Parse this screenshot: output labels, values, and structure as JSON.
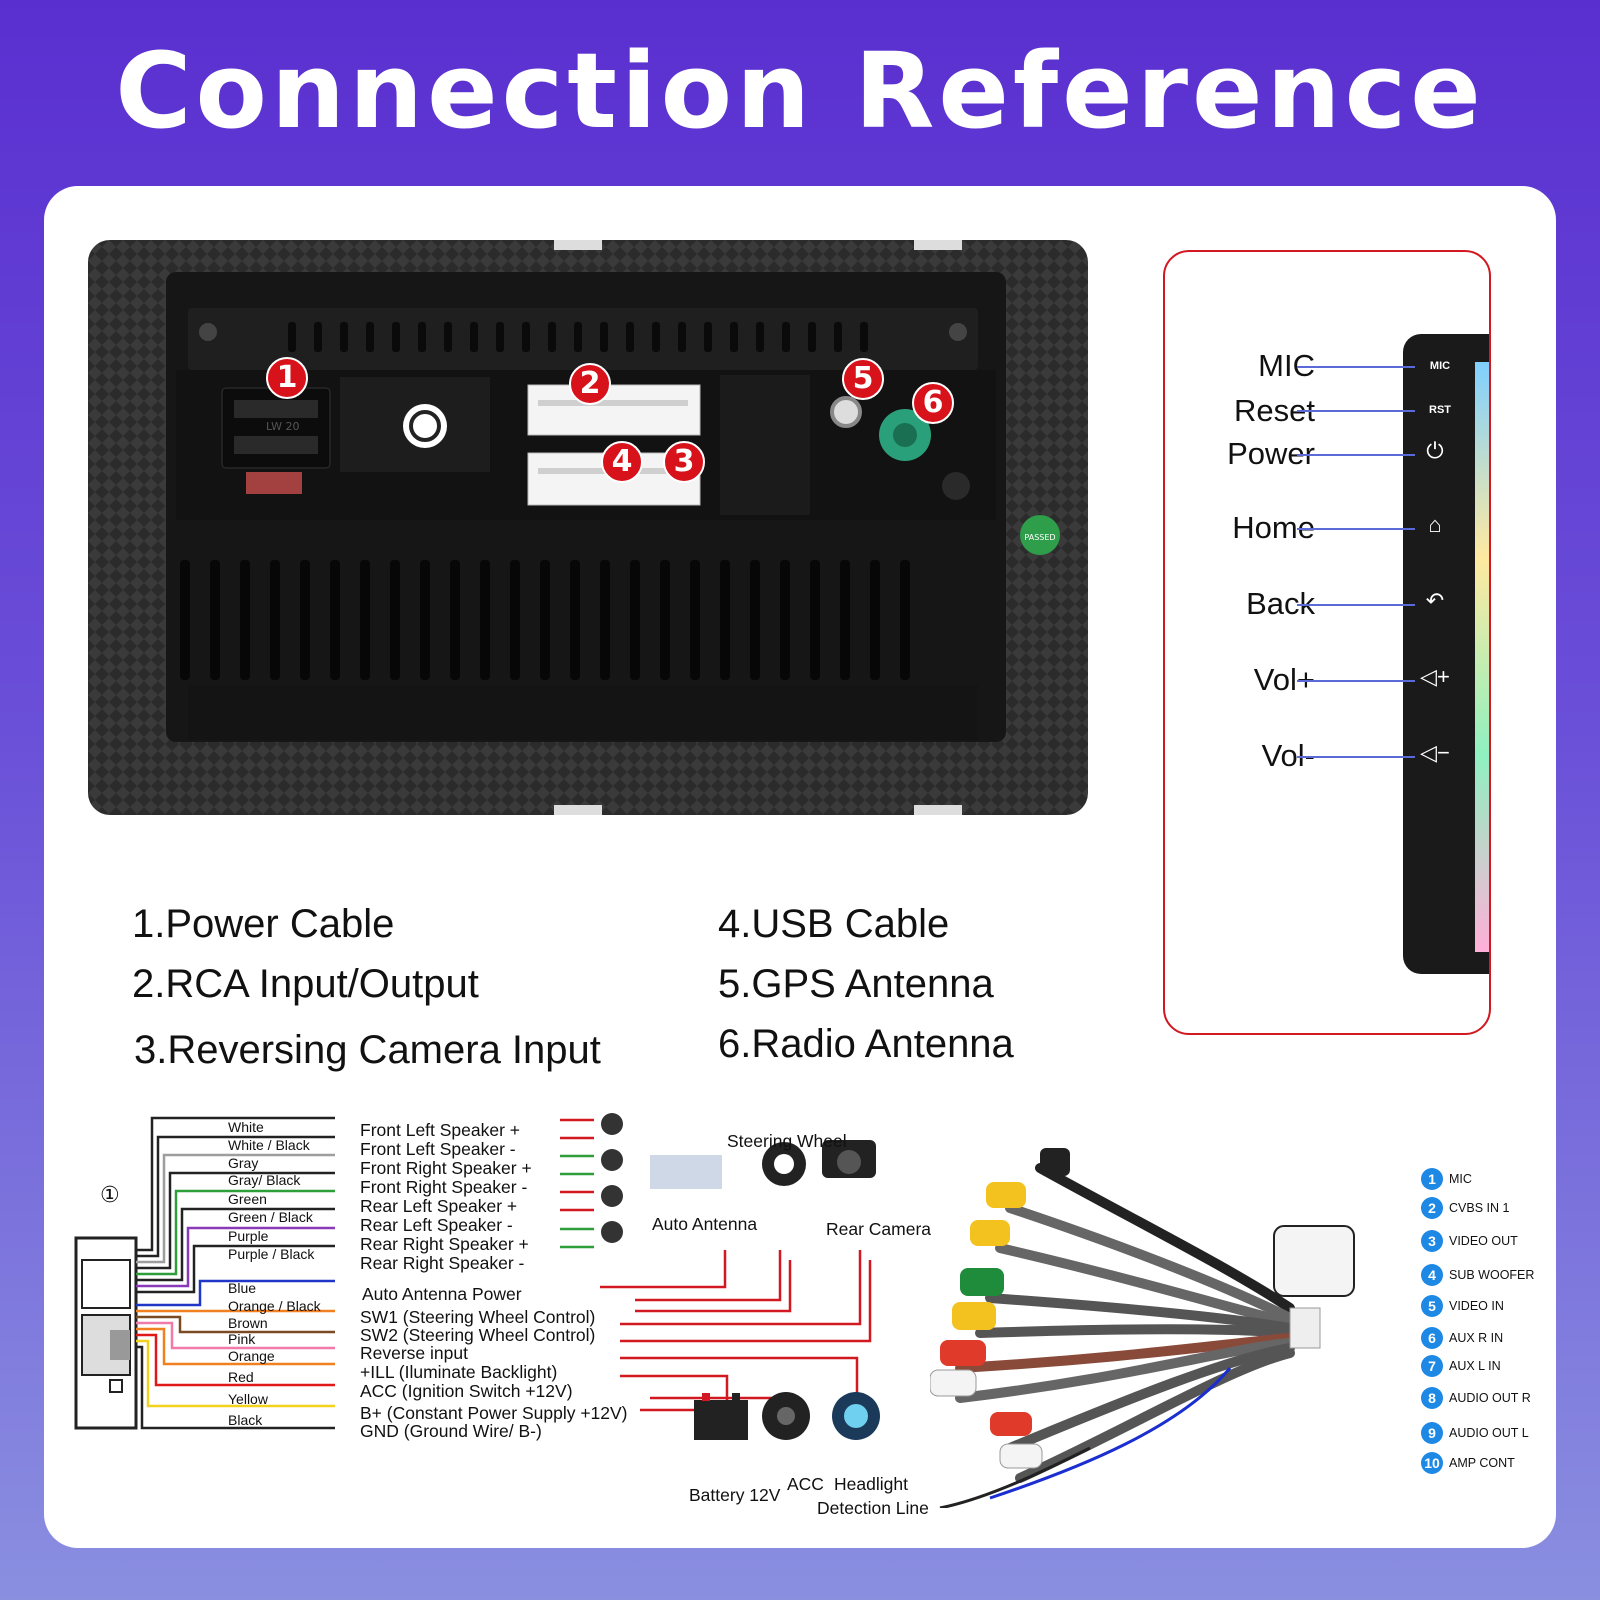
{
  "title": "Connection Reference",
  "badges": [
    "1",
    "2",
    "3",
    "4",
    "5",
    "6"
  ],
  "legend": [
    "1.Power Cable",
    "2.RCA Input/Output",
    "3.Reversing Camera Input",
    "4.USB Cable",
    "5.GPS Antenna",
    "6.Radio Antenna"
  ],
  "unit_labels": {
    "pin_label": "LW 20",
    "passed_sticker": "PASSED"
  },
  "side_panel": {
    "buttons": [
      {
        "label": "MIC",
        "bezel_text": "MIC",
        "icon": "mic-hole-icon"
      },
      {
        "label": "Reset",
        "bezel_text": "RST",
        "icon": "reset-hole-icon"
      },
      {
        "label": "Power",
        "bezel_glyph": "⏻",
        "icon": "power-icon"
      },
      {
        "label": "Home",
        "bezel_glyph": "⌂",
        "icon": "home-icon"
      },
      {
        "label": "Back",
        "bezel_glyph": "↶",
        "icon": "back-icon"
      },
      {
        "label": "Vol+",
        "bezel_glyph": "◁+",
        "icon": "volume-up-icon"
      },
      {
        "label": "Vol-",
        "bezel_glyph": "◁−",
        "icon": "volume-down-icon"
      }
    ]
  },
  "wiring": {
    "connector_number": "①",
    "wire_colors": [
      {
        "name": "White",
        "hex": "#ffffff"
      },
      {
        "name": "White / Black",
        "hex": "#ffffff"
      },
      {
        "name": "Gray",
        "hex": "#9e9e9e"
      },
      {
        "name": "Gray/ Black",
        "hex": "#9e9e9e"
      },
      {
        "name": "Green",
        "hex": "#2e9e3a"
      },
      {
        "name": "Green / Black",
        "hex": "#2e9e3a"
      },
      {
        "name": "Purple",
        "hex": "#8a3ab9"
      },
      {
        "name": "Purple / Black",
        "hex": "#8a3ab9"
      },
      {
        "name": "Blue",
        "hex": "#2036c8"
      },
      {
        "name": "Orange / Black",
        "hex": "#f08020"
      },
      {
        "name": "Brown",
        "hex": "#7a4a22"
      },
      {
        "name": "Pink",
        "hex": "#f07aa8"
      },
      {
        "name": "Orange",
        "hex": "#f08020"
      },
      {
        "name": "Red",
        "hex": "#e01818"
      },
      {
        "name": "Yellow",
        "hex": "#f2d21c"
      },
      {
        "name": "Black",
        "hex": "#111111"
      }
    ],
    "functions": [
      "Front Left Speaker +",
      "Front Left Speaker -",
      "Front Right Speaker +",
      "Front Right Speaker -",
      "Rear Left Speaker +",
      "Rear Left Speaker -",
      "Rear Right Speaker +",
      "Rear Right Speaker -",
      "Auto Antenna Power",
      "SW1 (Steering Wheel Control)",
      "SW2 (Steering Wheel Control)",
      "Reverse input",
      "+ILL (Iluminate Backlight)",
      "ACC (Ignition Switch +12V)",
      "B+ (Constant Power Supply +12V)",
      "GND (Ground Wire/ B-)"
    ],
    "devices": {
      "steering_wheel": "Steering Wheel",
      "auto_antenna": "Auto Antenna",
      "rear_camera": "Rear Camera",
      "battery": "Battery 12V",
      "acc": "ACC",
      "headlight_1": "Headlight",
      "headlight_2": "Detection Line"
    }
  },
  "rca_legend": [
    {
      "num": "1",
      "label": "MIC"
    },
    {
      "num": "2",
      "label": "CVBS IN 1"
    },
    {
      "num": "3",
      "label": "VIDEO OUT"
    },
    {
      "num": "4",
      "label": "SUB WOOFER"
    },
    {
      "num": "5",
      "label": "VIDEO IN"
    },
    {
      "num": "6",
      "label": "AUX R IN"
    },
    {
      "num": "7",
      "label": "AUX L IN"
    },
    {
      "num": "8",
      "label": "AUDIO OUT R"
    },
    {
      "num": "9",
      "label": "AUDIO OUT L"
    },
    {
      "num": "10",
      "label": "AMP CONT"
    }
  ],
  "colors": {
    "accent_red": "#d8121b",
    "rca_blue": "#1e88e5",
    "pointer_line": "#5a6ad8"
  }
}
